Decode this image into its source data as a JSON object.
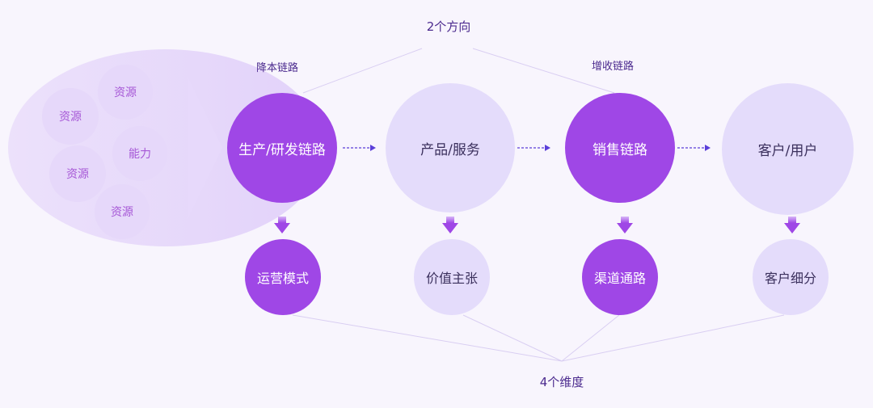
{
  "top_label": "2个方向",
  "bottom_label": "4个维度",
  "direction_labels": {
    "cost": "降本链路",
    "revenue": "增收链路"
  },
  "resources": [
    "资源",
    "资源",
    "能力",
    "资源",
    "资源"
  ],
  "chain": [
    "生产/研发链路",
    "产品/服务",
    "销售链路",
    "客户/用户"
  ],
  "dimensions": [
    "运营模式",
    "价值主张",
    "渠道通路",
    "客户细分"
  ],
  "colors": {
    "dark": "#9f47e6",
    "light": "#e4dcfb",
    "accent": "#5b3fd9",
    "background": "#f8f5fd"
  }
}
